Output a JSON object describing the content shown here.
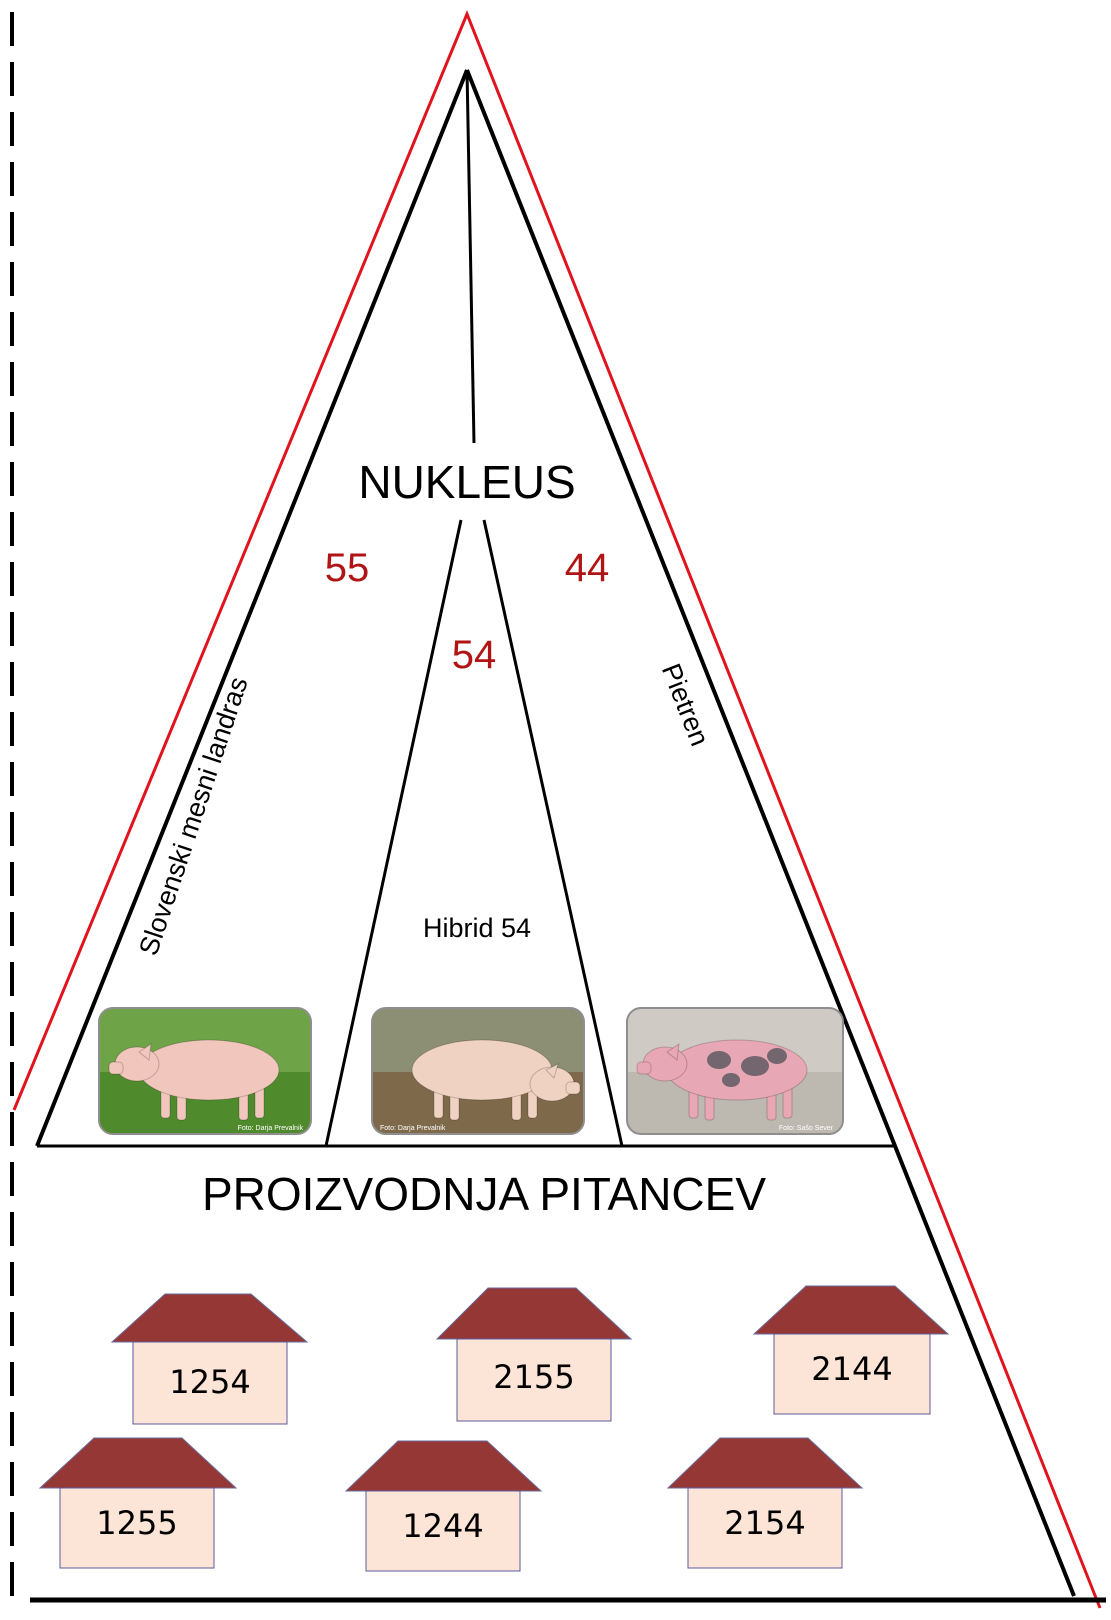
{
  "colors": {
    "outline": "#000000",
    "outer_outline": "#e0141e",
    "number": "#b01414",
    "roof": "#953735",
    "house_wall": "#fce4d6",
    "house_border": "#5b5ba0"
  },
  "nucleus": {
    "title": "NUKLEUS",
    "line_numbers": {
      "left": "55",
      "middle": "54",
      "right": "44"
    },
    "breeds": {
      "left": "Slovenski mesni landras",
      "middle": "Hibrid 54",
      "right": "Pietren"
    }
  },
  "photos": [
    {
      "name": "photo-landrace-pig",
      "credit": "Foto: Darja Prevalnik",
      "body": "#f1c6bc",
      "ground": "#4f8a2c",
      "sky": "#6fa347",
      "spots": false
    },
    {
      "name": "photo-hybrid-pig",
      "credit": "Foto: Darja Prevalnik",
      "body": "#efd2c2",
      "ground": "#7e6a4a",
      "sky": "#8c8f73",
      "spots": false
    },
    {
      "name": "photo-pietrain-pig",
      "credit": "Foto: Sašo Sever",
      "body": "#e8a7b4",
      "ground": "#bdb8b0",
      "sky": "#cfcac4",
      "spots": true
    }
  ],
  "production": {
    "title": "PROIZVODNJA PITANCEV",
    "farms": [
      "1254",
      "2155",
      "2144",
      "1255",
      "1244",
      "2154"
    ]
  }
}
